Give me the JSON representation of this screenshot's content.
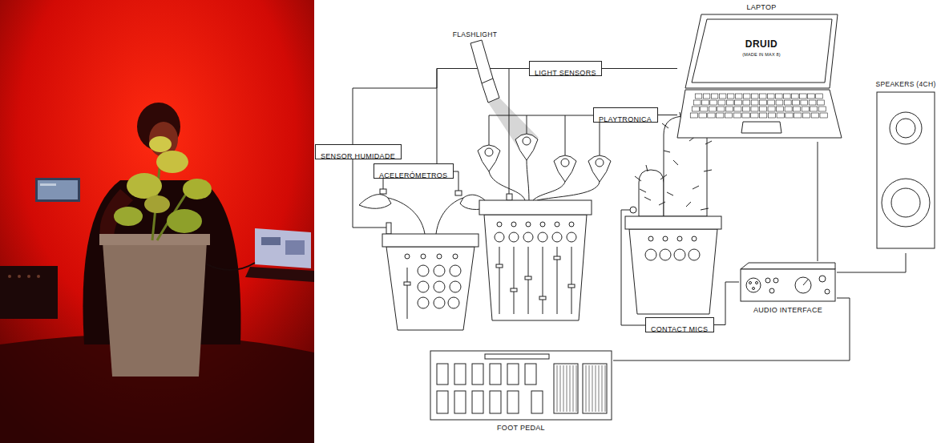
{
  "diagram": {
    "nodes": [
      {
        "text": [
          "FLASHLIGHT"
        ]
      },
      {
        "text": [
          "LIGHT SENSORS"
        ]
      },
      {
        "text": [
          "PLAYTRONICA"
        ]
      },
      {
        "text": [
          "SENSOR HUMIDADE"
        ]
      },
      {
        "text": [
          "ACELERÓMETROS"
        ]
      },
      {
        "text": [
          "LAPTOP",
          "DRUID",
          "(MADE IN MAX 8)"
        ]
      },
      {
        "text": [
          "SPEAKERS (4CH)"
        ]
      },
      {
        "text": [
          "CONTACT MICS"
        ]
      },
      {
        "text": [
          "AUDIO INTERFACE"
        ]
      },
      {
        "text": [
          "FOOT PEDAL"
        ]
      }
    ],
    "edges": [
      {
        "from": 3,
        "to": 1,
        "arrow": "none"
      },
      {
        "from": 4,
        "to": 1,
        "arrow": "none"
      },
      {
        "from": 1,
        "to": 5,
        "arrow": "none"
      },
      {
        "from": 2,
        "to": 5,
        "arrow": "none"
      },
      {
        "from": 5,
        "to": 8,
        "arrow": "none"
      },
      {
        "from": 7,
        "to": 8,
        "arrow": "none"
      },
      {
        "from": 9,
        "to": 8,
        "arrow": "none"
      },
      {
        "from": 8,
        "to": 6,
        "arrow": "none"
      }
    ]
  }
}
